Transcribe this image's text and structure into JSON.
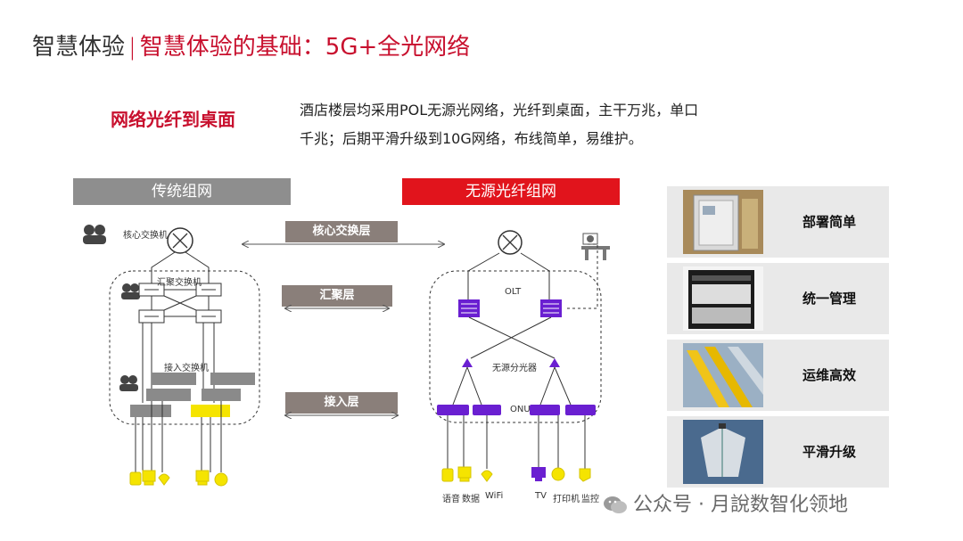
{
  "header": {
    "title_left": "智慧体验",
    "separator": "|",
    "title_right": "智慧体验的基础：5G+全光网络"
  },
  "section": {
    "subtitle": "网络光纤到桌面",
    "description_line1": "酒店楼层均采用POL无源光网络，光纤到桌面，主干万兆，单口",
    "description_line2": "千兆；后期平滑升级到10G网络，布线简单，易维护。"
  },
  "diagram": {
    "left_header": "传统组网",
    "right_header": "无源光纤组网",
    "layers": [
      "核心交换层",
      "汇聚层",
      "接入层"
    ],
    "left_labels": {
      "core": "核心交换机",
      "aggregation": "汇聚交换机",
      "access": "接入交换机"
    },
    "right_labels": {
      "olt": "OLT",
      "splitter": "无源分光器",
      "onu": "ONU"
    },
    "endpoints": [
      "语音",
      "数据",
      "WiFi",
      "TV",
      "打印机",
      "监控"
    ],
    "colors": {
      "legacy_gray": "#8e8e8e",
      "pon_red": "#e1141c",
      "pon_purple": "#6a1fd1",
      "endpoint_yellow": "#f5e400"
    }
  },
  "features": [
    {
      "label": "部署简单",
      "icon": "cabinet-photo"
    },
    {
      "label": "统一管理",
      "icon": "olt-rack-photo"
    },
    {
      "label": "运维高效",
      "icon": "fiber-tray-photo"
    },
    {
      "label": "平滑升级",
      "icon": "ap-device-photo"
    }
  ],
  "watermark": {
    "text": "公众号 · 月說数智化领地",
    "icon": "wechat-icon"
  }
}
